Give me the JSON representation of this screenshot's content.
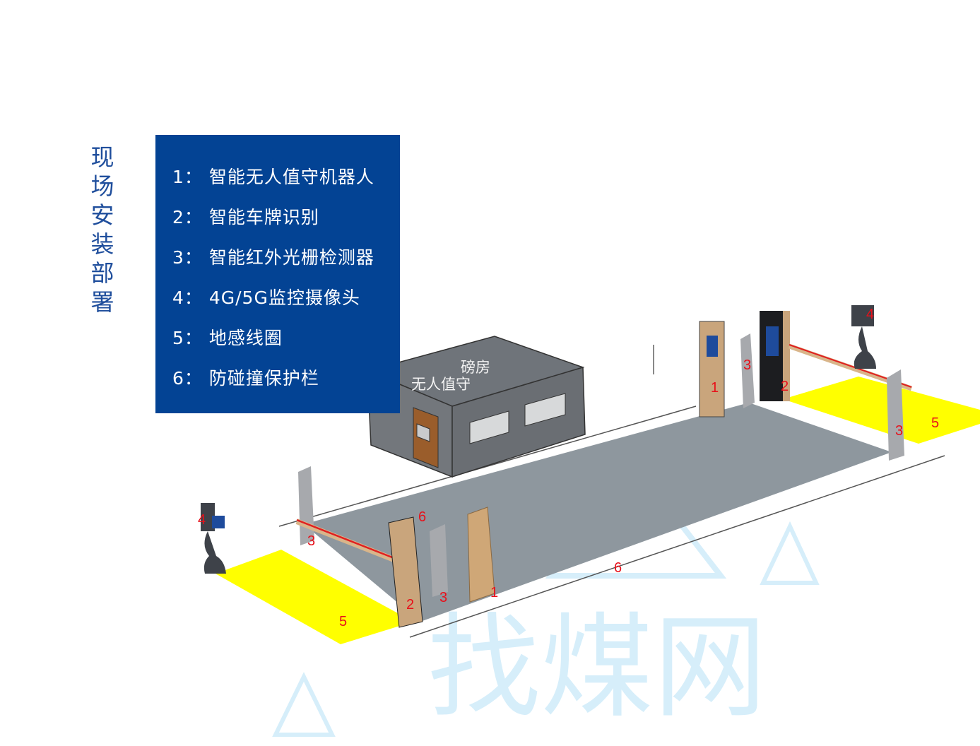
{
  "title": [
    "现",
    "场",
    "安",
    "装",
    "部",
    "署"
  ],
  "legend": [
    {
      "num": "1：",
      "text": "智能无人值守机器人"
    },
    {
      "num": "2：",
      "text": "智能车牌识别"
    },
    {
      "num": "3：",
      "text": "智能红外光栅检测器"
    },
    {
      "num": "4：",
      "text": "4G/5G监控摄像头"
    },
    {
      "num": "5：",
      "text": "地感线圈"
    },
    {
      "num": "6：",
      "text": "防碰撞保护栏"
    }
  ],
  "house": {
    "name": "磅房",
    "subtitle": "无人值守"
  },
  "labels": {
    "l1": "1",
    "l2": "2",
    "l3": "3",
    "l4": "4",
    "l5": "5",
    "l6": "6"
  },
  "watermark": "找煤网",
  "colors": {
    "legend_bg": "#034394",
    "title": "#1f4e9c",
    "loop": "#ffff00",
    "platform": "#8e979e",
    "label": "#e8101a",
    "house": "#6f747a"
  }
}
